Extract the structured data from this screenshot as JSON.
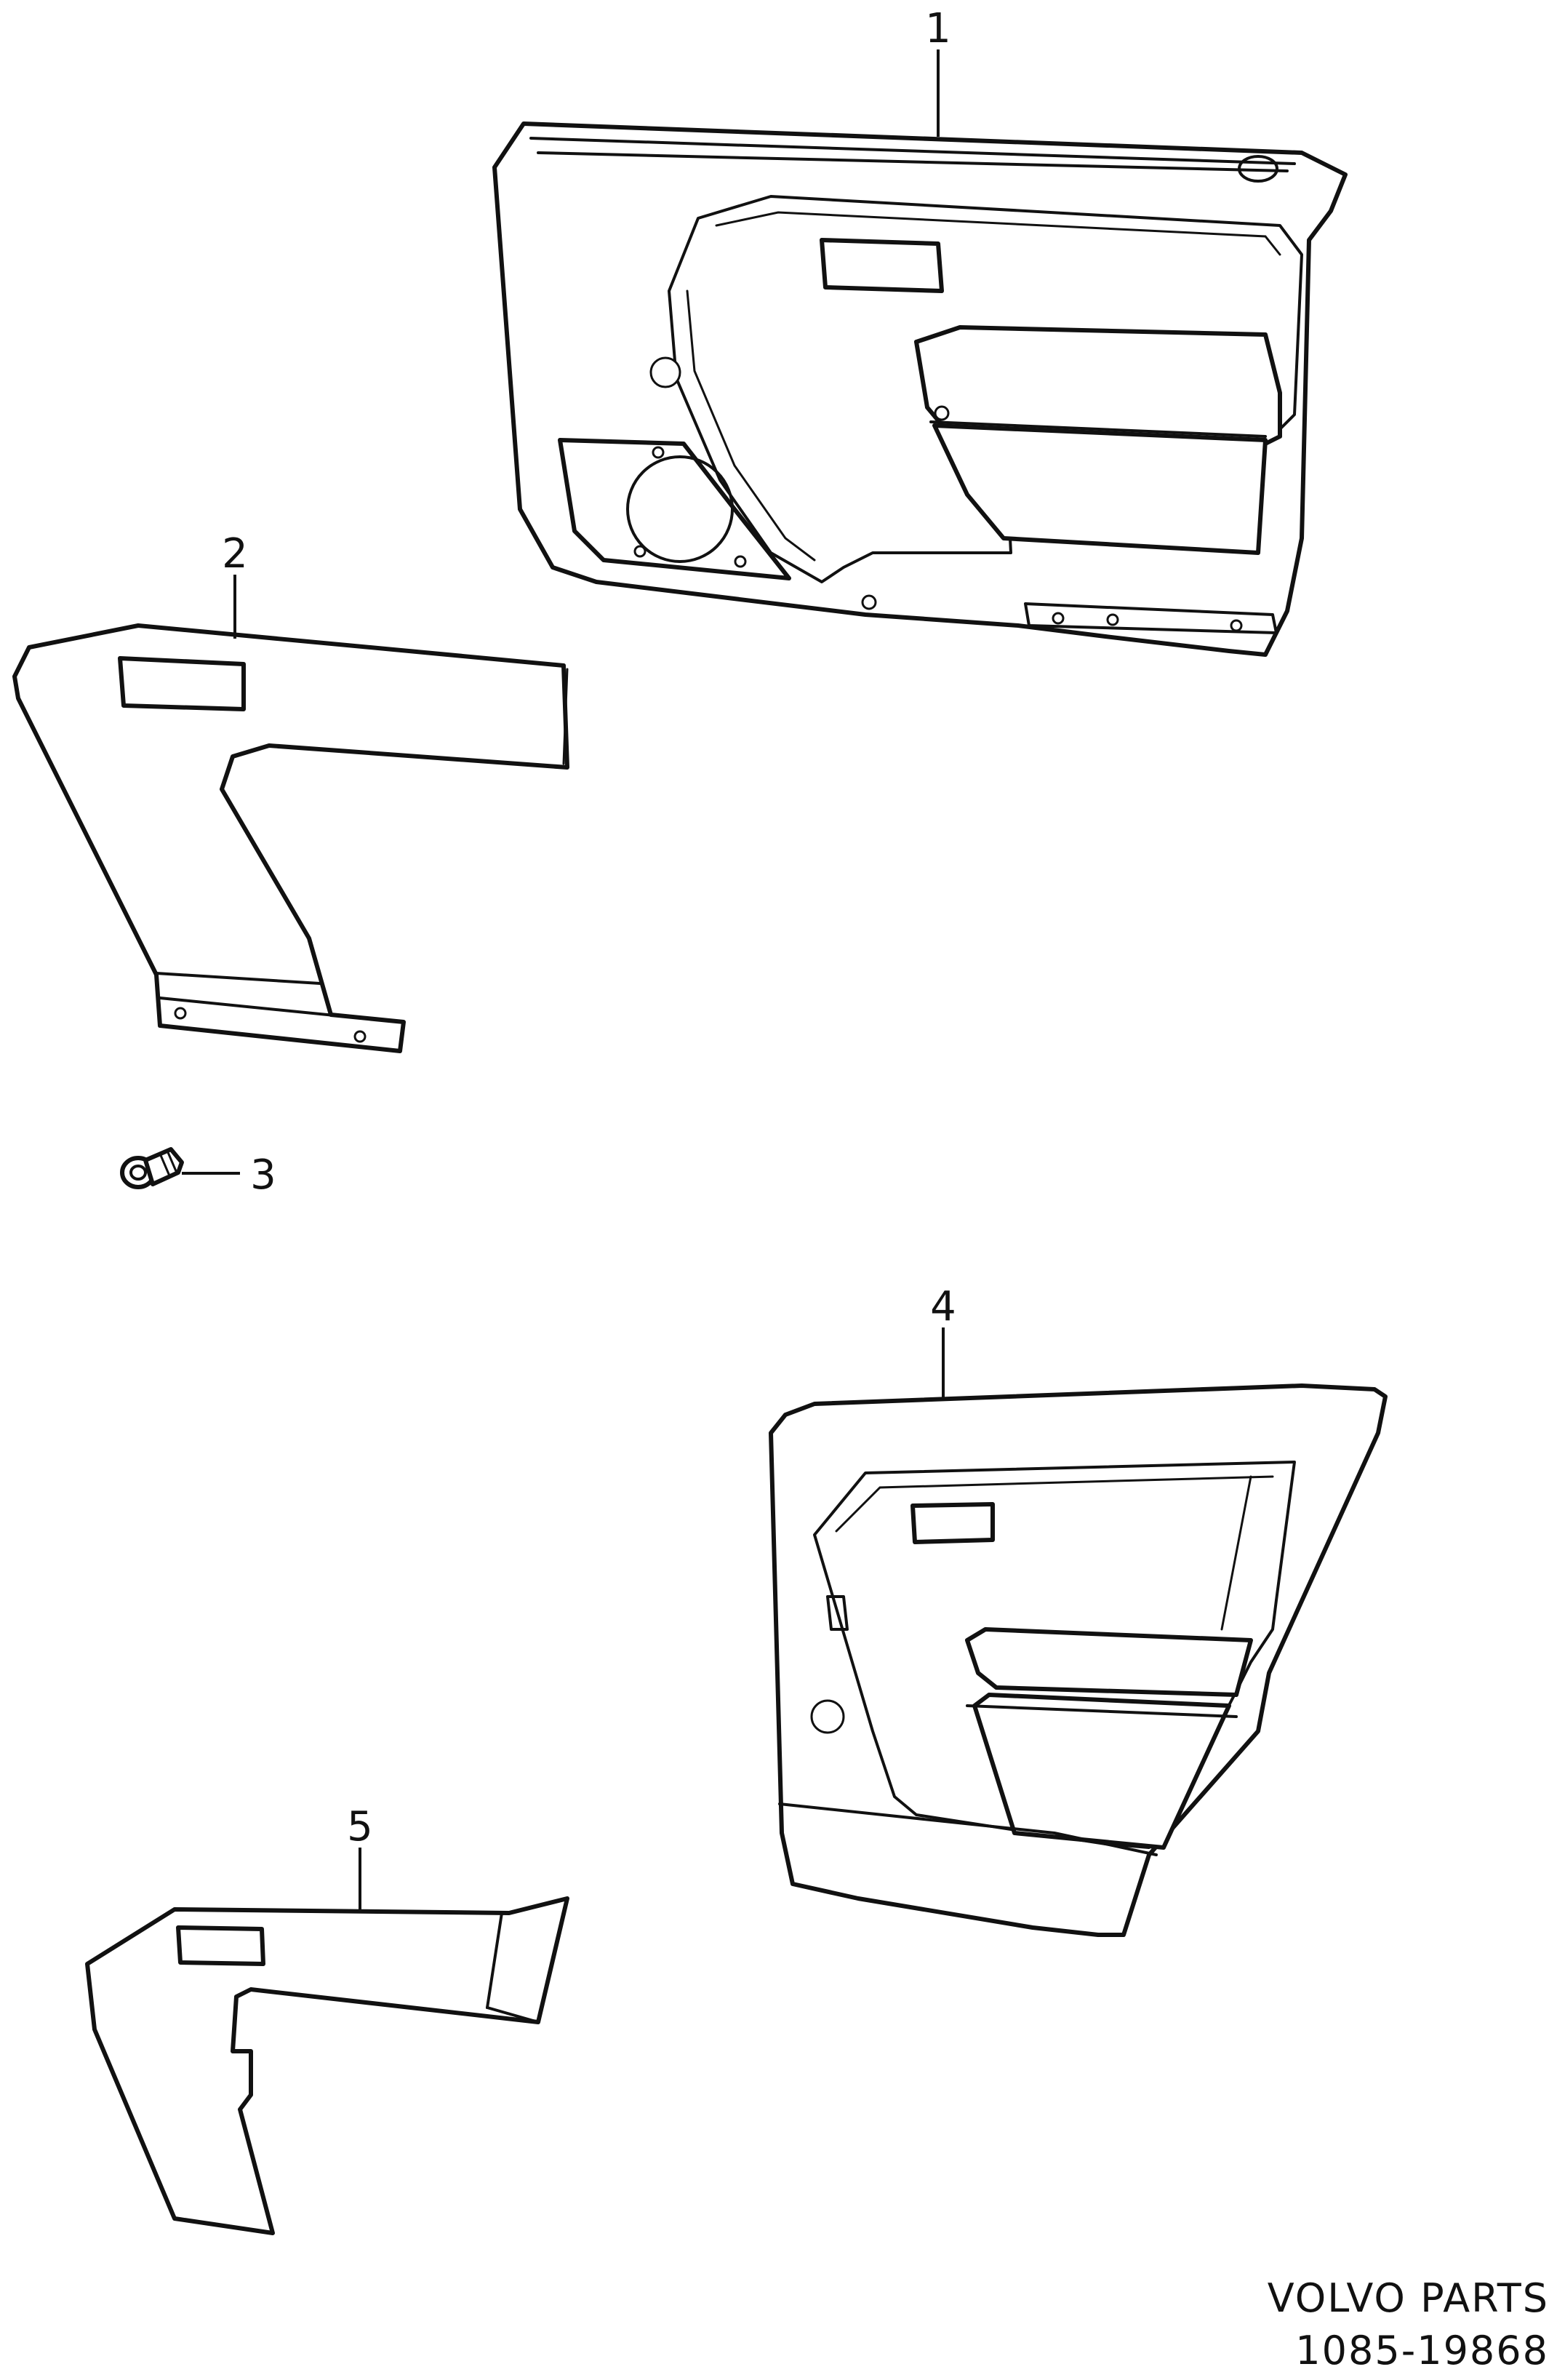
{
  "callouts": {
    "part_1": "1",
    "part_2": "2",
    "part_3": "3",
    "part_4": "4",
    "part_5": "5"
  },
  "footer": {
    "brand": "VOLVO PARTS",
    "drawing_number": "1085-19868"
  },
  "colors": {
    "line": "#111111",
    "background": "#ffffff"
  }
}
